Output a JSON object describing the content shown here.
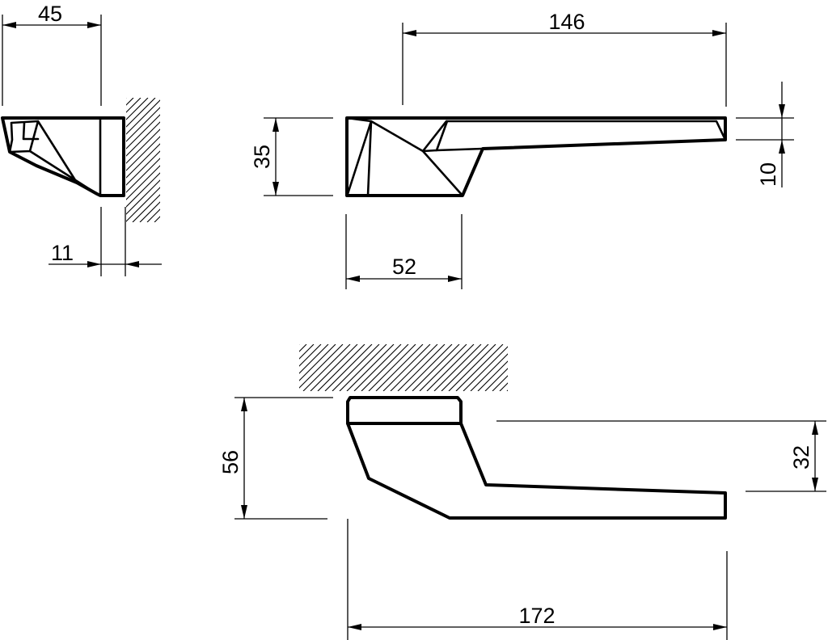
{
  "colors": {
    "line": "#000000",
    "background": "#ffffff"
  },
  "views": {
    "side": {
      "dimensions": {
        "width_top": "45",
        "rose_depth": "11"
      }
    },
    "top": {
      "dimensions": {
        "lever_length": "146",
        "rose_height": "35",
        "lever_tip": "10",
        "rose_width": "52"
      }
    },
    "front": {
      "dimensions": {
        "overall_height": "56",
        "lever_offset": "32",
        "overall_length": "172"
      }
    }
  }
}
